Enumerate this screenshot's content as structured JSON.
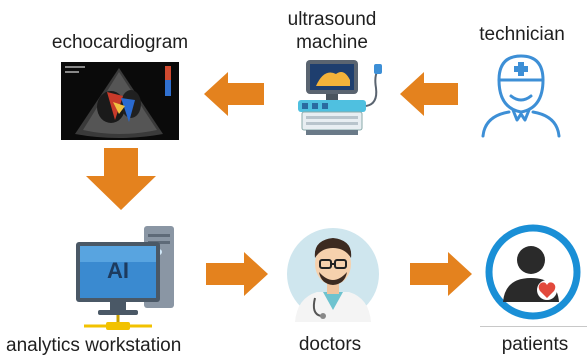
{
  "nodes": {
    "echo": {
      "label": "echocardiogram"
    },
    "machine": {
      "label_line1": "ultrasound",
      "label_line2": "machine"
    },
    "technician": {
      "label": "technician"
    },
    "workstation": {
      "label": "analytics workstation",
      "screen_text": "AI"
    },
    "doctors": {
      "label": "doctors"
    },
    "patients": {
      "label": "patients"
    }
  },
  "colors": {
    "arrow": "#e4821e",
    "icon_blue": "#3d8fd6",
    "patient_ring": "#1a8fd6",
    "heart": "#e2493c"
  }
}
